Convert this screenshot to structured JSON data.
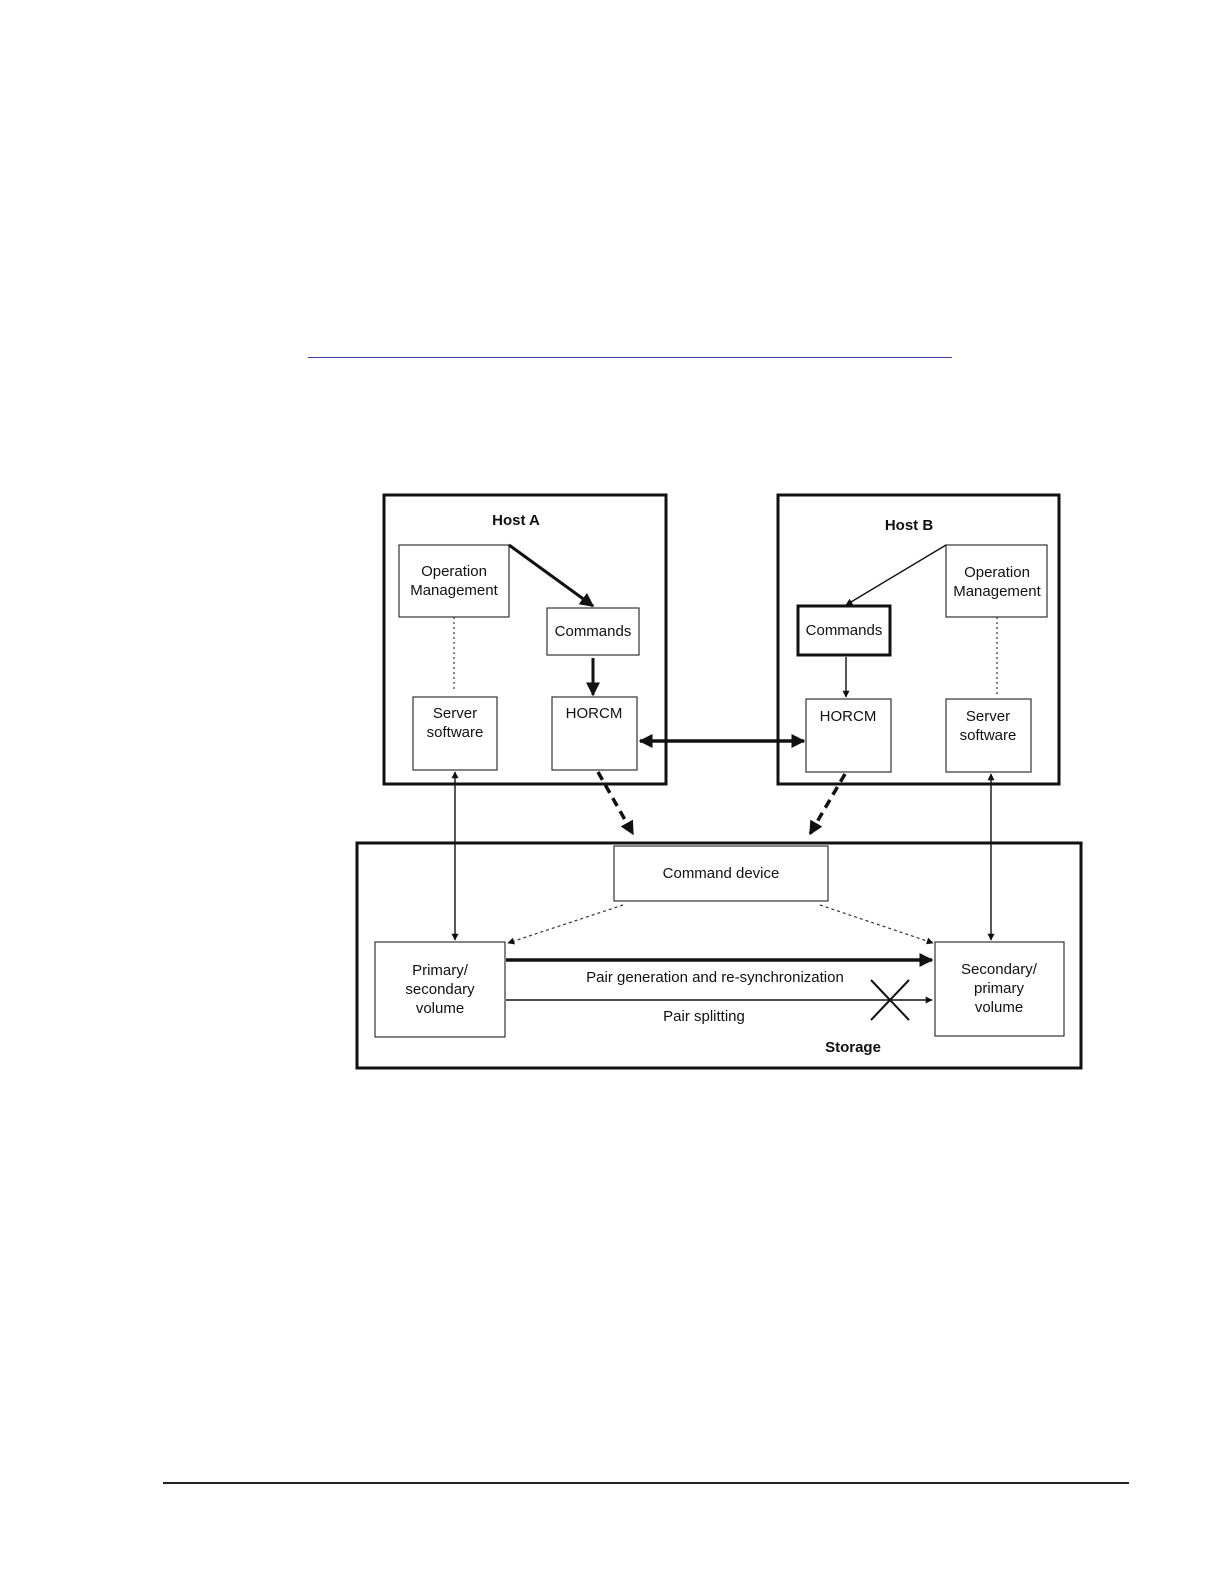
{
  "diagram": {
    "host_a": {
      "title": "Host A",
      "operation_management": [
        "Operation",
        "Management"
      ],
      "commands": "Commands",
      "server_software": [
        "Server",
        "software"
      ],
      "horcm": "HORCM"
    },
    "host_b": {
      "title": "Host B",
      "operation_management": [
        "Operation",
        "Management"
      ],
      "commands": "Commands",
      "server_software": [
        "Server",
        "software"
      ],
      "horcm": "HORCM"
    },
    "storage": {
      "title": "Storage",
      "command_device": "Command device",
      "primary_volume": [
        "Primary/",
        "secondary",
        "volume"
      ],
      "secondary_volume": [
        "Secondary/",
        "primary",
        "volume"
      ],
      "pair_generation_label": "Pair generation and re-synchronization",
      "pair_splitting_label": "Pair splitting"
    }
  }
}
